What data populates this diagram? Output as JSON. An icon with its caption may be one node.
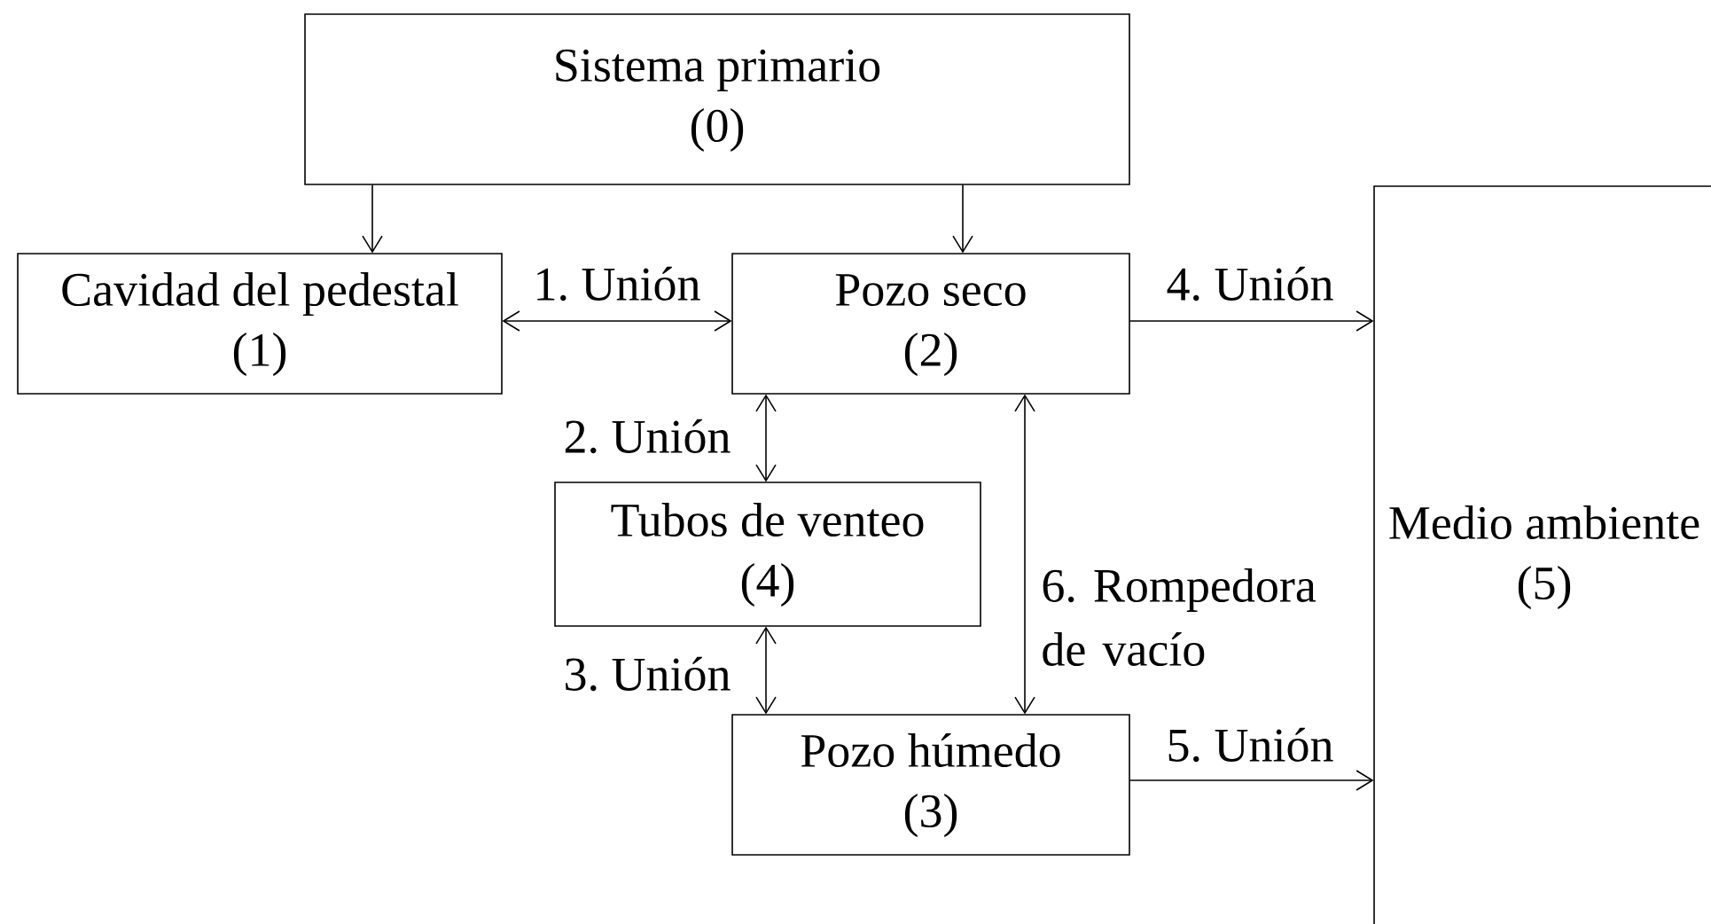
{
  "diagram": {
    "nodes": [
      {
        "text": [
          "Sistema primario",
          "(0)"
        ]
      },
      {
        "text": [
          "Cavidad del pedestal",
          "(1)"
        ]
      },
      {
        "text": [
          "Pozo seco",
          "(2)"
        ]
      },
      {
        "text": [
          "Tubos de venteo",
          "(4)"
        ]
      },
      {
        "text": [
          "Pozo húmedo",
          "(3)"
        ]
      },
      {
        "text": [
          "Medio ambiente",
          "(5)"
        ]
      }
    ],
    "edges": [
      {
        "from": 0,
        "to": 1,
        "arrow": "to"
      },
      {
        "from": 0,
        "to": 2,
        "arrow": "to"
      },
      {
        "from": 1,
        "to": 2,
        "arrow": "both",
        "label": "1. Unión"
      },
      {
        "from": 2,
        "to": 5,
        "arrow": "to",
        "label": "4. Unión"
      },
      {
        "from": 2,
        "to": 3,
        "arrow": "both",
        "label": "2. Unión"
      },
      {
        "from": 3,
        "to": 4,
        "arrow": "both",
        "label": "3. Unión"
      },
      {
        "from": 2,
        "to": 4,
        "arrow": "both",
        "label": "6. Rompedora de vacío"
      },
      {
        "from": 4,
        "to": 5,
        "arrow": "to",
        "label": "5. Unión"
      }
    ]
  }
}
